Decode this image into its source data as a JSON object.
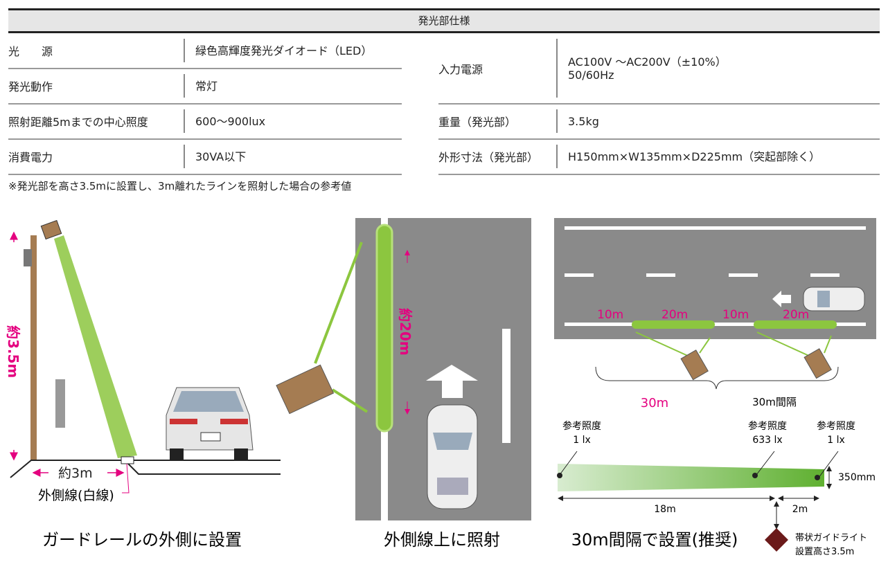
{
  "table": {
    "title": "発光部仕様",
    "left": [
      {
        "label": "光　　源",
        "value": "緑色高輝度発光ダイオード（LED）"
      },
      {
        "label": "発光動作",
        "value": "常灯"
      },
      {
        "label": "照射距離5mまでの中心照度",
        "value": "600〜900lux"
      },
      {
        "label": "消費電力",
        "value": "30VA以下"
      }
    ],
    "right": [
      {
        "label": "入力電源",
        "value": "AC100V 〜AC200V（±10%）\n50/60Hz"
      },
      {
        "label": "重量（発光部）",
        "value": "3.5kg"
      },
      {
        "label": "外形寸法（発光部）",
        "value": "H150mm×W135mm×D225mm（突起部除く）"
      }
    ],
    "note": "※発光部を高さ3.5mに設置し、3m離れたラインを照射した場合の参考値"
  },
  "diagram1": {
    "height": "約3.5m",
    "distance": "約3m",
    "line_label": "外側線(白線)",
    "caption": "ガードレールの外側に設置"
  },
  "diagram2": {
    "length": "約20m",
    "caption": "外側線上に照射"
  },
  "diagram3": {
    "seg1": "10m",
    "seg2": "20m",
    "seg3": "10m",
    "seg4": "20m",
    "span1": "30m",
    "span2": "30m間隔",
    "ref1_label": "参考照度",
    "ref1_value": "1 lx",
    "ref2_label": "参考照度",
    "ref2_value": "633 lx",
    "ref3_label": "参考照度",
    "ref3_value": "1 lx",
    "width": "350mm",
    "dist1": "18m",
    "dist2": "2m",
    "device1": "帯状ガイドライト",
    "device2": "設置高さ3.5m",
    "caption": "30m間隔で設置(推奨)"
  },
  "colors": {
    "accent": "#e4007f",
    "green": "#8cc63f",
    "lamp": "#a57c52"
  }
}
